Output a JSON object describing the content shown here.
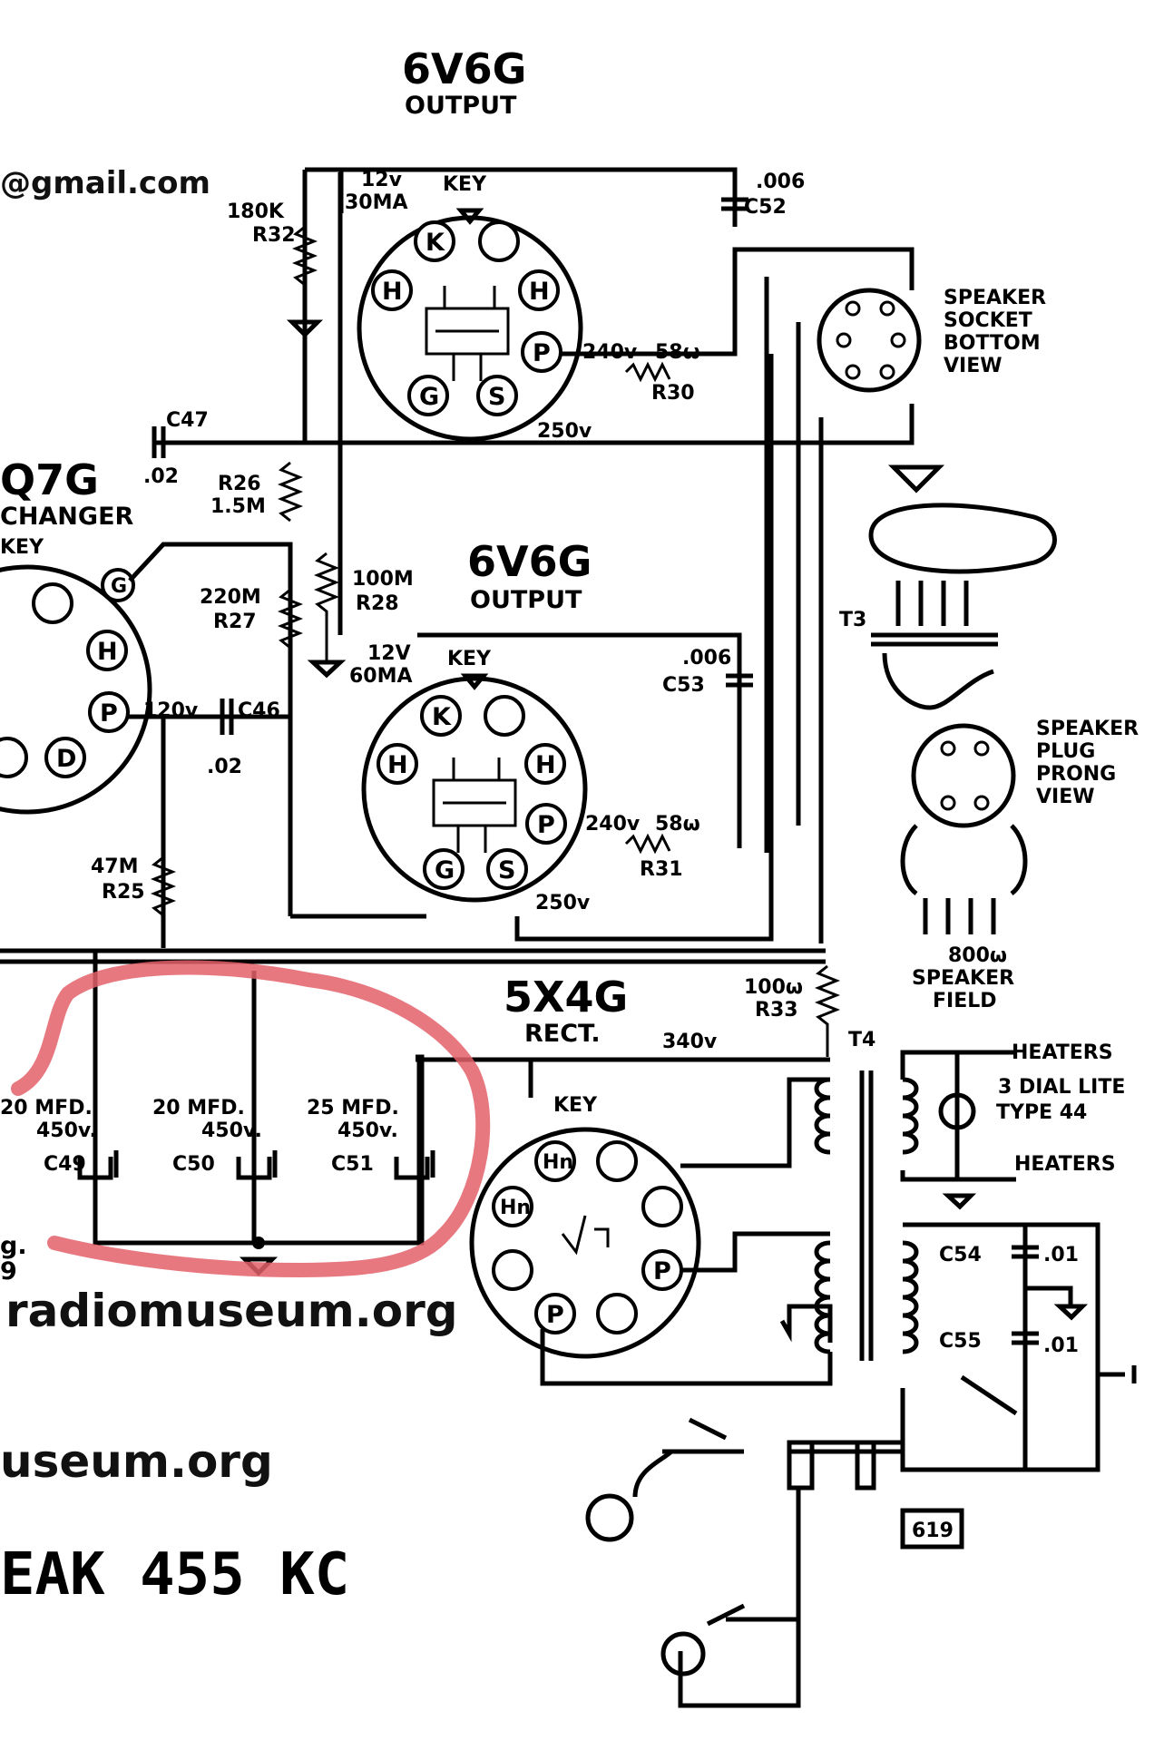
{
  "watermarks": {
    "email": "@gmail.com",
    "site1": "radiomuseum.org",
    "site2": "useum.org",
    "peak": "EAK 455 KC",
    "left_g": "g.",
    "left_9": "9"
  },
  "tubes": {
    "top_output": {
      "type": "6V6G",
      "role": "OUTPUT"
    },
    "mid_output": {
      "type": "6V6G",
      "role": "OUTPUT"
    },
    "left_changer": {
      "type": "Q7G",
      "role": "CHANGER"
    },
    "rect": {
      "type": "5X4G",
      "role": "RECT."
    }
  },
  "key": "KEY",
  "pins": {
    "K": "K",
    "H": "H",
    "P": "P",
    "G": "G",
    "S": "S",
    "D": "D",
    "Hn": "Hn"
  },
  "components": {
    "r32": {
      "value": "180K",
      "name": "R32"
    },
    "top_cathode": {
      "volt": "12v",
      "ma": "30MA"
    },
    "top_cap": {
      "value": ".006",
      "name": "C52"
    },
    "top_plate": {
      "volt": "240v",
      "ohms": "58ω",
      "name": "R30"
    },
    "top_screen": "250v",
    "c47": {
      "name": "C47",
      "value": ".02"
    },
    "r26": {
      "name": "R26",
      "value": "1.5M"
    },
    "r27": {
      "value": "220M",
      "name": "R27"
    },
    "r28": {
      "value": "100M",
      "name": "R28"
    },
    "mid_cathode": {
      "volt": "12V",
      "ma": "60MA"
    },
    "c53": {
      "value": ".006",
      "name": "C53"
    },
    "mid_plate": {
      "volt": "240v",
      "ohms": "58ω",
      "name": "R31"
    },
    "mid_screen": "250v",
    "c46": {
      "name": "C46",
      "value": ".02"
    },
    "q7_plate": "120v",
    "r25": {
      "value": "47M",
      "name": "R25"
    },
    "r33": {
      "value": "100ω",
      "name": "R33"
    },
    "hv": "340v",
    "t4": "T4",
    "t3": "T3",
    "c49": {
      "mfd": "20 MFD.",
      "volt": "450v.",
      "name": "C49"
    },
    "c50": {
      "mfd": "20 MFD.",
      "volt": "450v.",
      "name": "C50"
    },
    "c51": {
      "mfd": "25 MFD.",
      "volt": "450v.",
      "name": "C51"
    },
    "c54": {
      "name": "C54",
      "value": ".01"
    },
    "c55": {
      "name": "C55",
      "value": ".01"
    },
    "field": {
      "ohms": "800ω",
      "line1": "SPEAKER",
      "line2": "FIELD"
    },
    "part": "619"
  },
  "speaker_socket": [
    "SPEAKER",
    "SOCKET",
    "BOTTOM",
    "VIEW"
  ],
  "speaker_plug": [
    "SPEAKER",
    "PLUG",
    "PRONG",
    "VIEW"
  ],
  "heaters": {
    "top": "HEATERS",
    "dial": "3 DIAL  LITE",
    "type": "TYPE 44",
    "bottom": "HEATERS"
  },
  "highlight_color": "#e4606a"
}
